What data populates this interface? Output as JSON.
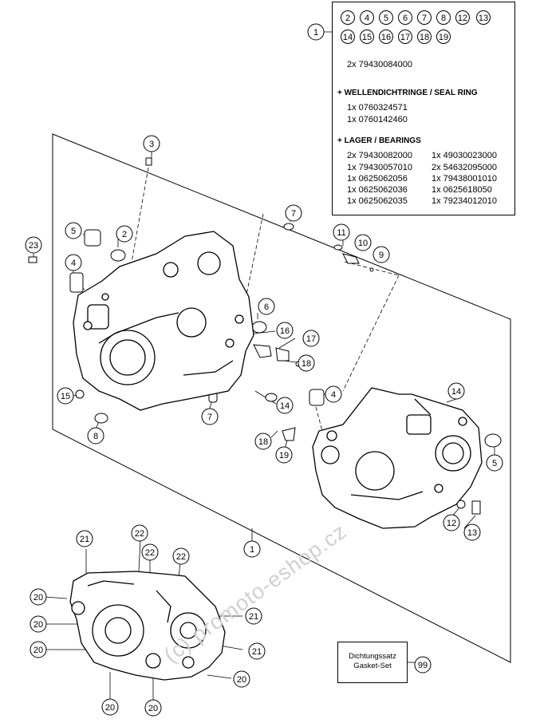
{
  "callouts": [
    {
      "n": "1"
    },
    {
      "n": "3"
    },
    {
      "n": "7"
    },
    {
      "n": "5"
    },
    {
      "n": "2"
    },
    {
      "n": "11"
    },
    {
      "n": "10"
    },
    {
      "n": "9"
    },
    {
      "n": "23"
    },
    {
      "n": "4"
    },
    {
      "n": "6"
    },
    {
      "n": "16"
    },
    {
      "n": "17"
    },
    {
      "n": "18"
    },
    {
      "n": "15"
    },
    {
      "n": "8"
    },
    {
      "n": "7"
    },
    {
      "n": "14"
    },
    {
      "n": "4"
    },
    {
      "n": "14"
    },
    {
      "n": "18"
    },
    {
      "n": "19"
    },
    {
      "n": "5"
    },
    {
      "n": "12"
    },
    {
      "n": "13"
    },
    {
      "n": "1"
    },
    {
      "n": "21"
    },
    {
      "n": "22"
    },
    {
      "n": "22"
    },
    {
      "n": "22"
    },
    {
      "n": "20"
    },
    {
      "n": "20"
    },
    {
      "n": "21"
    },
    {
      "n": "20"
    },
    {
      "n": "21"
    },
    {
      "n": "20"
    },
    {
      "n": "20"
    },
    {
      "n": "20"
    },
    {
      "n": "99"
    }
  ],
  "legend": {
    "ref": "1",
    "items": [
      "2",
      "4",
      "5",
      "6",
      "7",
      "8",
      "12",
      "13",
      "14",
      "15",
      "16",
      "17",
      "18",
      "19"
    ],
    "line1": "2x 79430084000",
    "seal_heading": "+ WELLENDICHTRINGE /  SEAL RING",
    "seal": [
      "1x 0760324571",
      "1x 0760142460"
    ],
    "bearing_heading": "+ LAGER / BEARINGS",
    "bearings_col1": [
      "2x 79430082000",
      "1x 79430057010",
      "1x 0625062056",
      "1x 0625062036",
      "1x 0625062035"
    ],
    "bearings_col2": [
      "1x 49030023000",
      "2x 54632095000",
      "1x 79438001010",
      "1x 0625618050",
      "1x 79234012010"
    ]
  },
  "gasket": {
    "line1": "Dichtungssatz",
    "line2": "Gasket-Set"
  },
  "watermark": "(c) promoto-eshop.cz"
}
